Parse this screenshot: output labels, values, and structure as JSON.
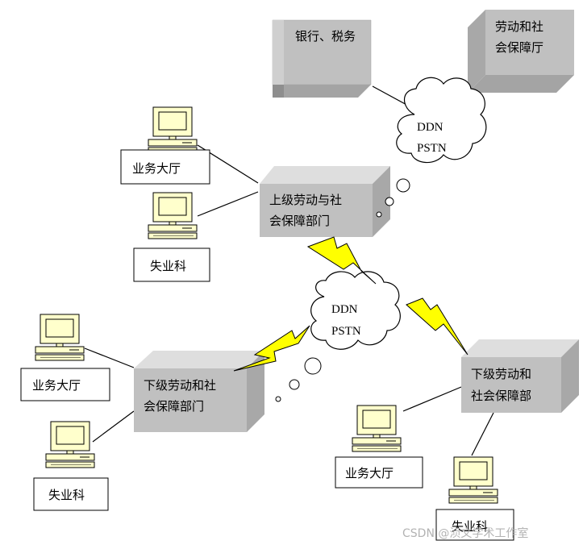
{
  "nodes": {
    "bank_tax": {
      "label_lines": [
        "银行、税务"
      ]
    },
    "labor_bureau": {
      "label_lines": [
        "劳动和社",
        "会保障厅"
      ]
    },
    "upper_dept": {
      "label_lines": [
        "上级劳动与社",
        "会保障部门"
      ]
    },
    "lower_dept_left": {
      "label_lines": [
        "下级劳动和社",
        "会保障部门"
      ]
    },
    "lower_dept_right": {
      "label_lines": [
        "下级劳动和",
        "社会保障部"
      ]
    }
  },
  "clouds": {
    "top": {
      "label_lines": [
        "DDN",
        "PSTN"
      ]
    },
    "middle": {
      "label_lines": [
        "DDN",
        "PSTN"
      ]
    }
  },
  "stations": {
    "upper_hall": "业务大厅",
    "upper_unemployment": "失业科",
    "left_hall": "业务大厅",
    "left_unemployment": "失业科",
    "right_hall": "业务大厅",
    "right_unemployment": "失业科"
  },
  "watermark": "CSDN @浈文学术工作室",
  "colors": {
    "box_front": "#c0c0c0",
    "box_top": "#dedede",
    "box_side": "#a4a4a4",
    "monitor_face": "#ffffcc",
    "lightning": "#ffff00",
    "line": "#000000"
  }
}
